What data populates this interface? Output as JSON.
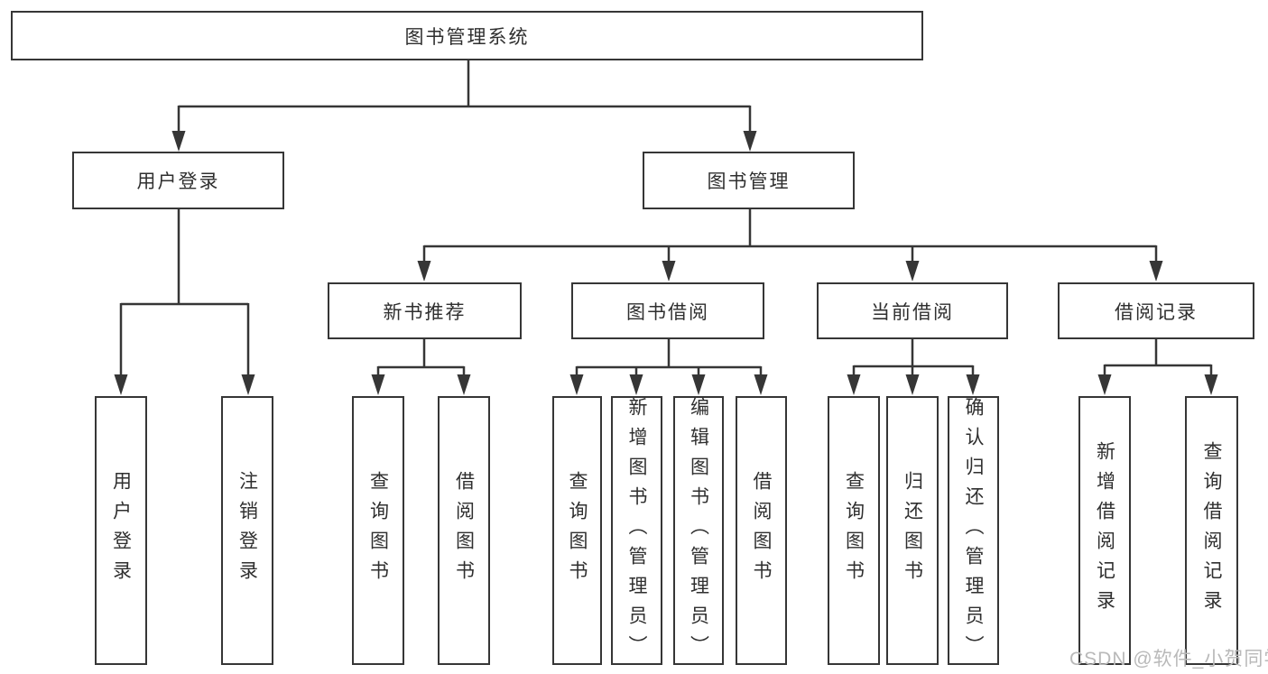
{
  "tree": {
    "root": "图书管理系统",
    "children": [
      {
        "label": "用户登录",
        "children": [
          "用户登录",
          "注销登录"
        ]
      },
      {
        "label": "图书管理",
        "children": [
          {
            "label": "新书推荐",
            "children": [
              "查询图书",
              "借阅图书"
            ]
          },
          {
            "label": "图书借阅",
            "children": [
              "查询图书",
              "新增图书（管理员）",
              "编辑图书（管理员）",
              "借阅图书"
            ]
          },
          {
            "label": "当前借阅",
            "children": [
              "查询图书",
              "归还图书",
              "确认归还（管理员）"
            ]
          },
          {
            "label": "借阅记录",
            "children": [
              "新增借阅记录",
              "查询借阅记录"
            ]
          }
        ]
      }
    ]
  },
  "watermark": "CSDN @软件_小贺同学",
  "colors": {
    "line": "#363636",
    "text": "#2f2f2f",
    "watermark": "#b9b9b9",
    "background": "#ffffff"
  }
}
